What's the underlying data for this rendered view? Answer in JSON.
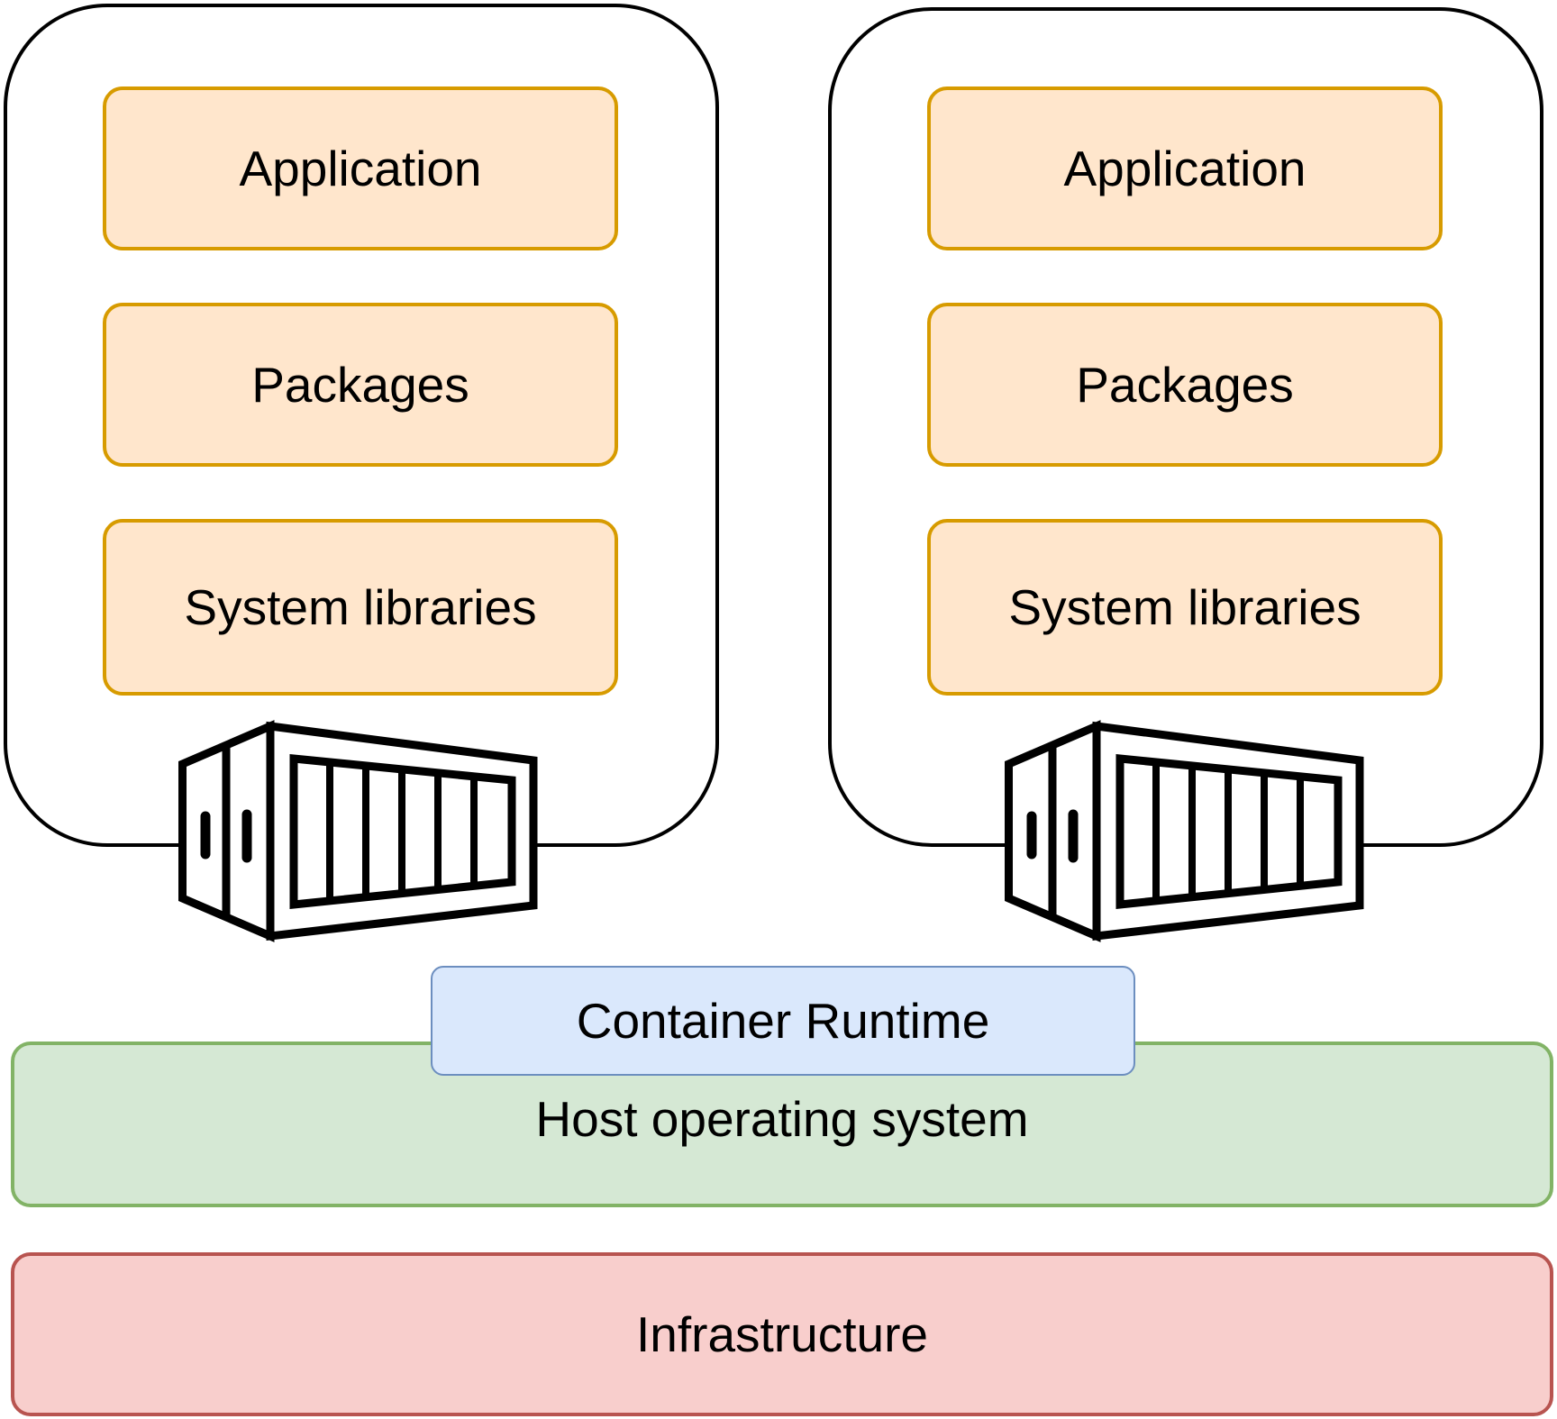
{
  "containers": [
    {
      "layers": [
        {
          "label": "Application"
        },
        {
          "label": "Packages"
        },
        {
          "label": "System libraries"
        }
      ],
      "icon": "shipping-container-icon"
    },
    {
      "layers": [
        {
          "label": "Application"
        },
        {
          "label": "Packages"
        },
        {
          "label": "System libraries"
        }
      ],
      "icon": "shipping-container-icon"
    }
  ],
  "runtime": {
    "label": "Container Runtime"
  },
  "host_os": {
    "label": "Host operating system"
  },
  "infrastructure": {
    "label": "Infrastructure"
  },
  "colors": {
    "layer_fill": "#ffe6cc",
    "layer_stroke": "#d79b00",
    "runtime_fill": "#dae8fc",
    "runtime_stroke": "#6c8ebf",
    "host_fill": "#d5e8d4",
    "host_stroke": "#82b366",
    "infra_fill": "#f8cecc",
    "infra_stroke": "#b85450"
  }
}
